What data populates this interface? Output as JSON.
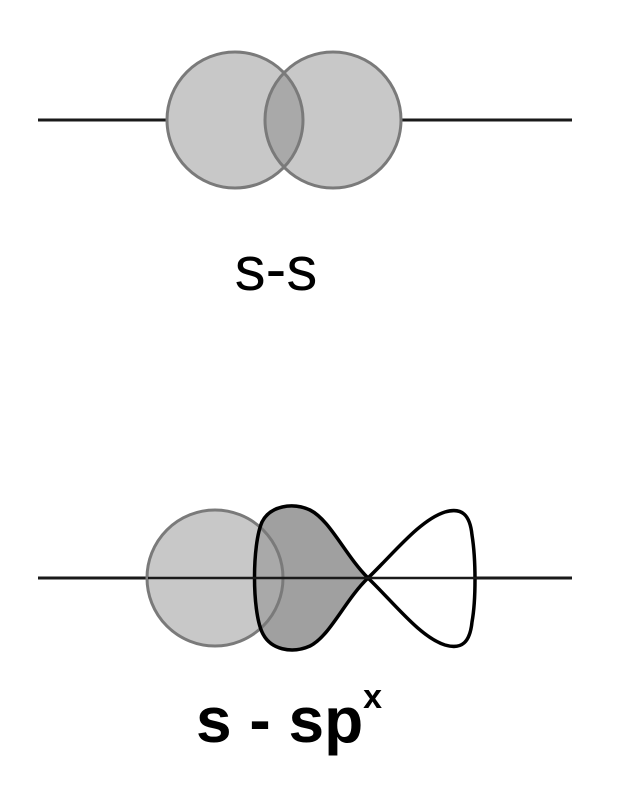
{
  "colors": {
    "axis": "#1a1a1a",
    "s_orbital_fill": "#c8c8c8",
    "s_orbital_stroke": "#7a7a7a",
    "overlap_fill": "#a9a9a9",
    "lobe_fill": "#a0a0a0",
    "lobe_stroke": "#000000"
  },
  "top": {
    "label": "s-s"
  },
  "bottom": {
    "label_main": "s - sp",
    "label_sup": "x"
  }
}
